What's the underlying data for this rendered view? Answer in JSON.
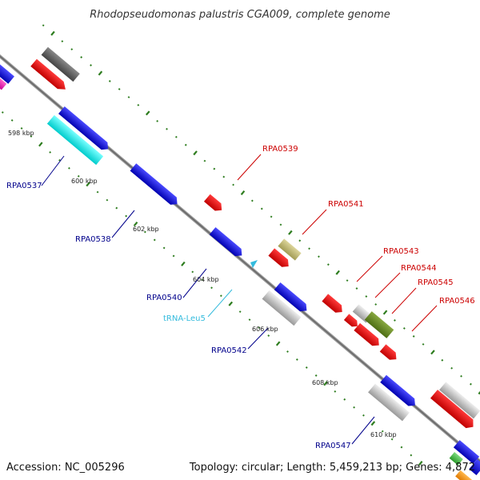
{
  "title": "Rhodopseudomonas palustris CGA009, complete genome",
  "footer": {
    "accession": "Accession: NC_005296",
    "topology": "Topology: circular; Length: 5,459,213 bp; Genes: 4,872"
  },
  "colors": {
    "backbone": "#777777",
    "tick": "#2e7d1f",
    "forward_label": "#cc0000",
    "reverse_label": "#00008b",
    "trna_label": "#33bbdd"
  },
  "kbp_labels": [
    "598 kbp",
    "600 kbp",
    "602 kbp",
    "604 kbp",
    "606 kbp",
    "608 kbp",
    "610 kbp"
  ],
  "gene_labels": [
    "RPA0537",
    "RPA0538",
    "RPA0539",
    "RPA0540",
    "tRNA-Leu5",
    "RPA0541",
    "RPA0542",
    "RPA0543",
    "RPA0544",
    "RPA0545",
    "RPA0546",
    "RPA0547"
  ]
}
